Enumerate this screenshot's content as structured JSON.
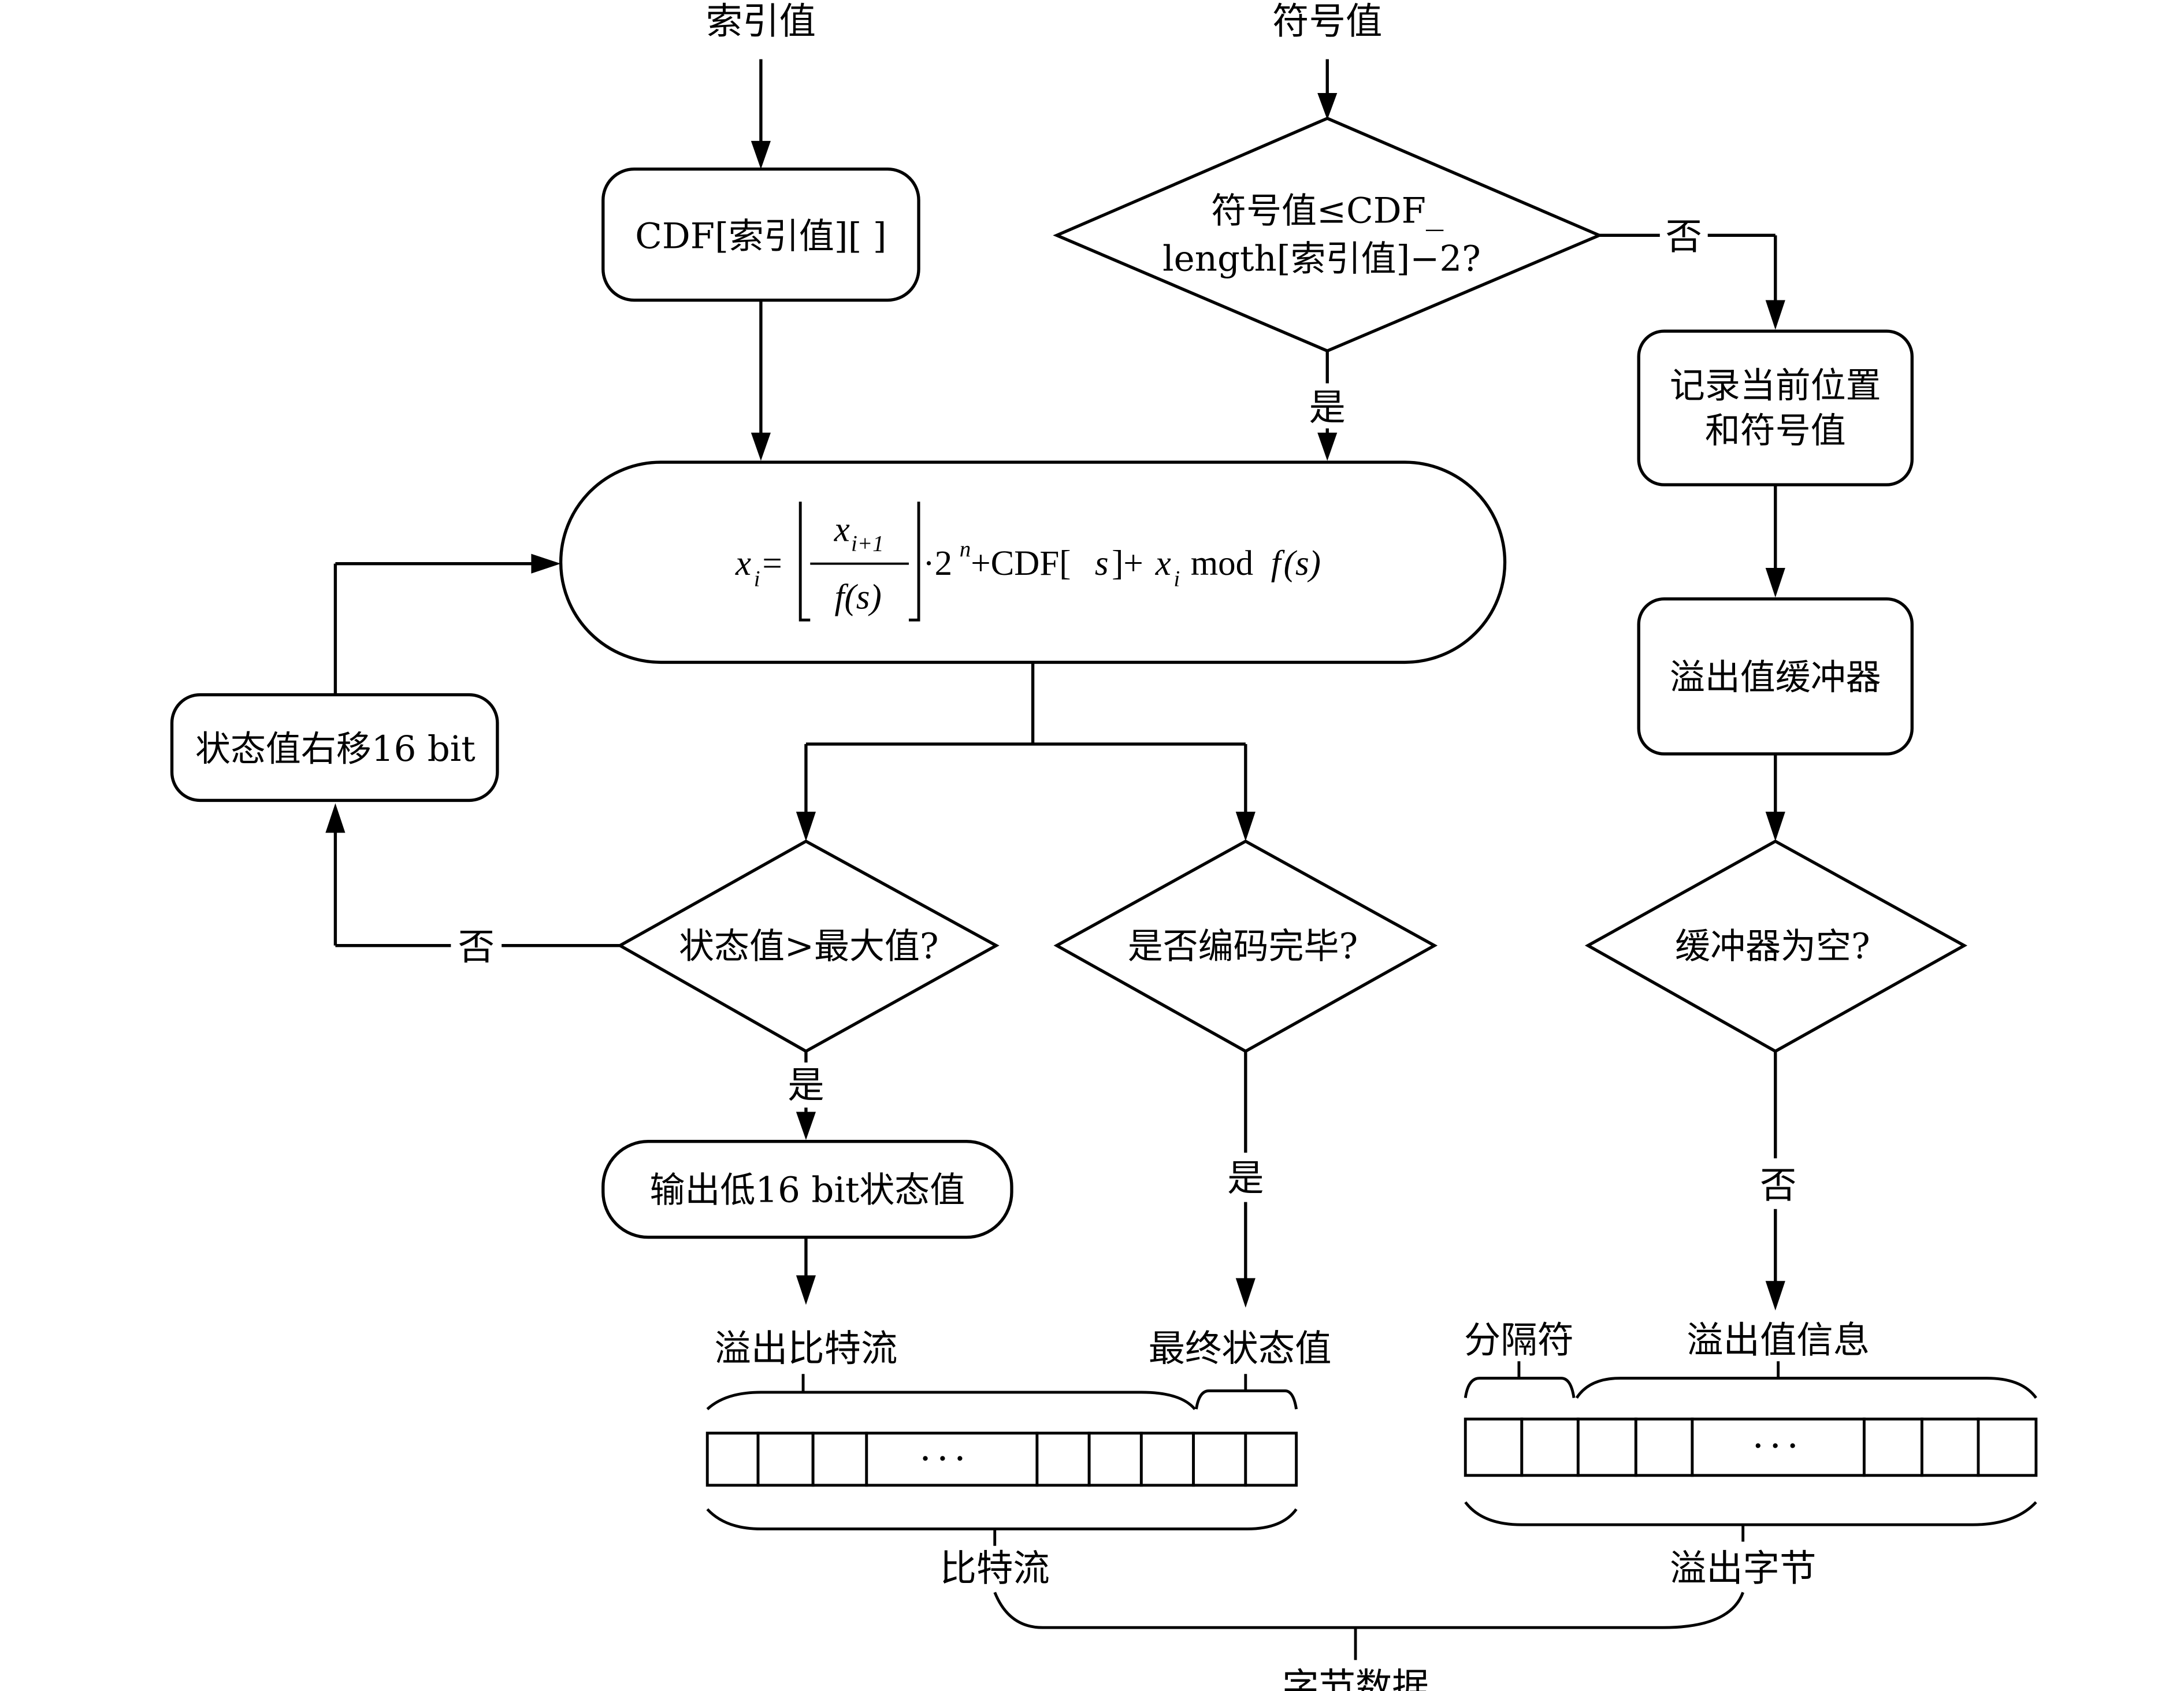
{
  "inputs": {
    "index_value": "索引值",
    "symbol_value": "符号值"
  },
  "nodes": {
    "cdf_lookup": "CDF[索引值][ ]",
    "symbol_check_line1": "符号值≤CDF_",
    "symbol_check_line2": "length[索引值]−2?",
    "record_line1": "记录当前位置",
    "record_line2": "和符号值",
    "overflow_buffer": "溢出值缓冲器",
    "buffer_empty_check": "缓冲器为空?",
    "state_shift": "状态值右移16 bit",
    "state_max_check": "状态值>最大值?",
    "encode_done_check": "是否编码完毕?",
    "output_low16": "输出低16 bit状态值"
  },
  "formula": {
    "lhs_var": "x",
    "lhs_sub": "i",
    "equals": "=",
    "num_var": "x",
    "num_sub": "i+1",
    "den": "f(s)",
    "mult": "·2",
    "exp": "n",
    "plus_cdf": "+CDF[",
    "cdf_arg": "s",
    "close_plus": "]+",
    "mod_var": "x",
    "mod_sub": "i",
    "mod_word": "mod",
    "mod_f": "f",
    "mod_arg": "(s)"
  },
  "edge_labels": {
    "no": "否",
    "yes": "是"
  },
  "outputs": {
    "overflow_bitstream": "溢出比特流",
    "final_state": "最终状态值",
    "separator": "分隔符",
    "overflow_info": "溢出值信息",
    "bitstream": "比特流",
    "overflow_bytes": "溢出字节",
    "byte_data": "字节数据",
    "ellipsis": "···"
  }
}
